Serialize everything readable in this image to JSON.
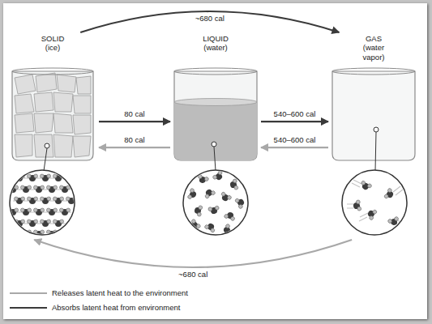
{
  "diagram": {
    "nodes": [
      {
        "text": [
          "SOLID (ice)"
        ]
      },
      {
        "text": [
          "LIQUID (water)"
        ]
      },
      {
        "text": [
          "GAS (water vapor)"
        ]
      }
    ],
    "edges": [
      {
        "from": 0,
        "to": 2,
        "label": "~680 cal",
        "arrow": "to"
      },
      {
        "from": 0,
        "to": 1,
        "label": "80 cal",
        "arrow": "to"
      },
      {
        "from": 1,
        "to": 0,
        "label": "80 cal",
        "arrow": "to"
      },
      {
        "from": 1,
        "to": 2,
        "label": "540–600 cal",
        "arrow": "to"
      },
      {
        "from": 2,
        "to": 1,
        "label": "540–600 cal",
        "arrow": "to"
      },
      {
        "from": 2,
        "to": 0,
        "label": "~680 cal",
        "arrow": "to"
      }
    ],
    "legend": [
      {
        "text": "Releases latent heat to the environment"
      },
      {
        "text": "Absorbs latent heat from environment"
      }
    ]
  }
}
